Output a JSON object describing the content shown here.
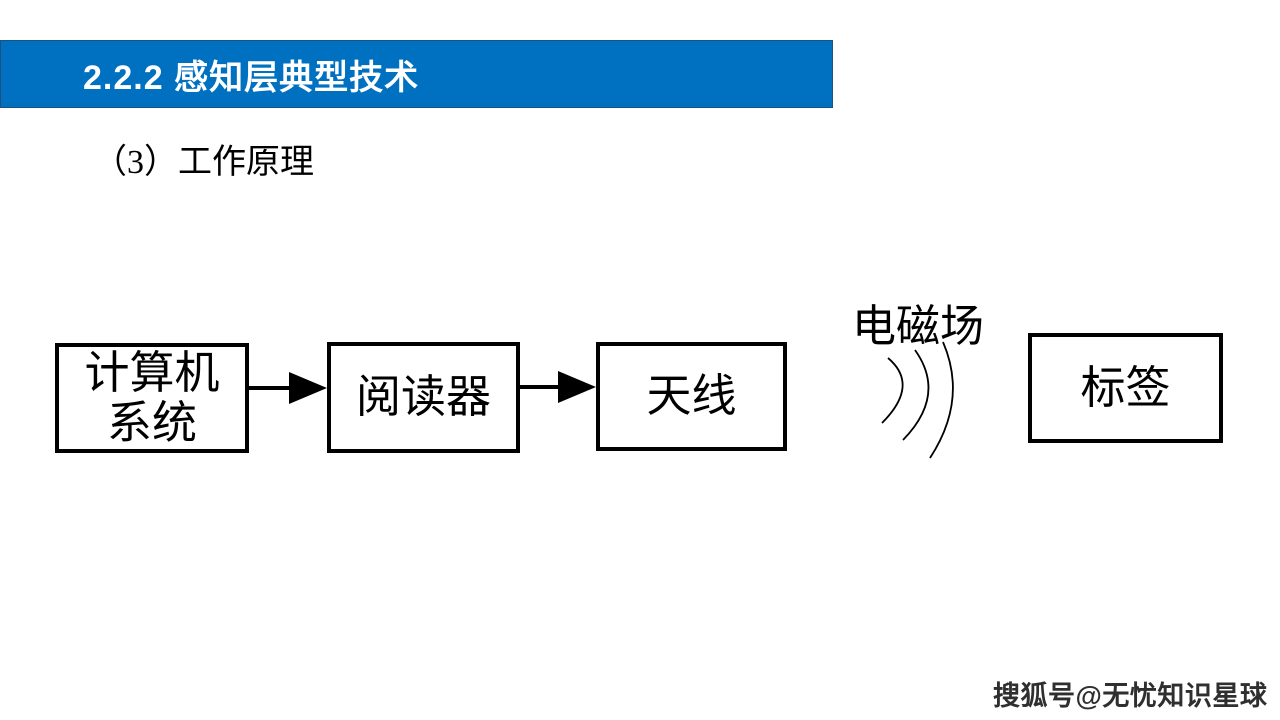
{
  "slide": {
    "header": {
      "title": "2.2.2 感知层典型技术",
      "bg_color": "#0070C0",
      "text_color": "#ffffff"
    },
    "subtitle": "（3）工作原理",
    "diagram": {
      "boxes": [
        {
          "id": "computer-system",
          "label": "计算机\n系统"
        },
        {
          "id": "reader",
          "label": "阅读器"
        },
        {
          "id": "antenna",
          "label": "天线"
        },
        {
          "id": "tag",
          "label": "标签"
        }
      ],
      "field_label": "电磁场",
      "line_color": "#000000"
    },
    "watermark": "搜狐号@无忧知识星球"
  }
}
